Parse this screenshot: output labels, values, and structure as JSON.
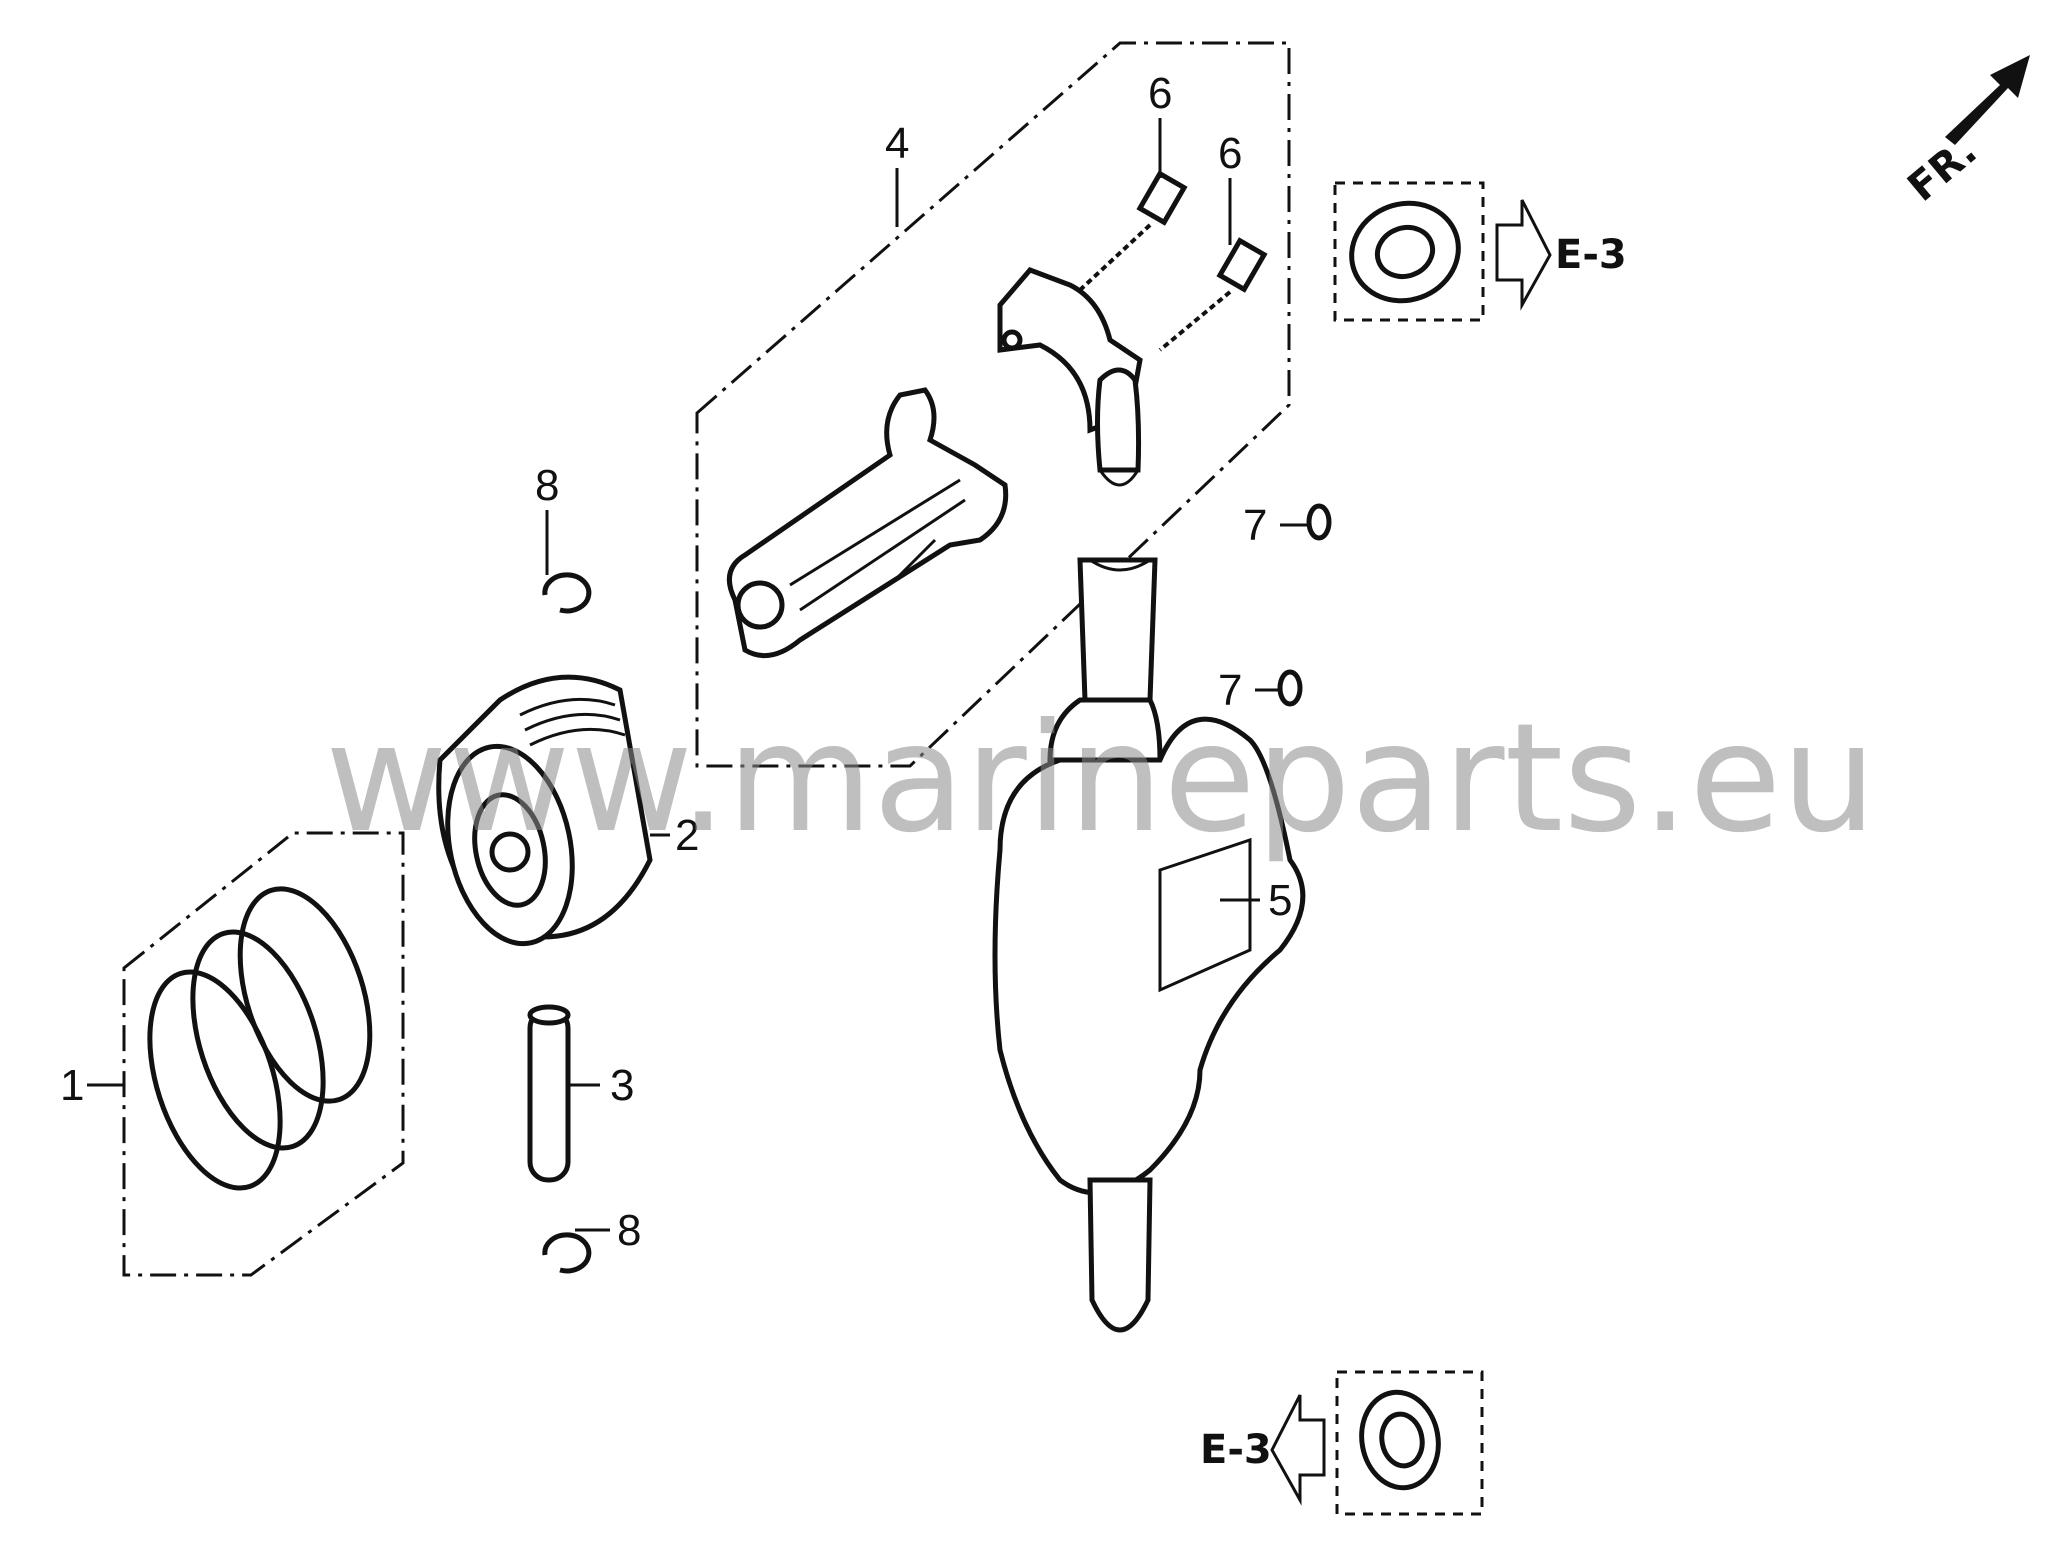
{
  "callouts": {
    "c1": "1",
    "c2": "2",
    "c3": "3",
    "c4": "4",
    "c5": "5",
    "c6a": "6",
    "c6b": "6",
    "c7a": "7",
    "c7b": "7",
    "c8a": "8",
    "c8b": "8"
  },
  "references": {
    "top": "E-3",
    "bottom": "E-3"
  },
  "orientation": {
    "label": "FR."
  },
  "watermark": {
    "text": "www.marineparts.eu"
  }
}
